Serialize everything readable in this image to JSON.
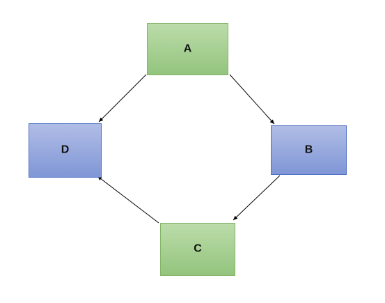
{
  "diagram": {
    "nodes": {
      "a": {
        "label": "A"
      },
      "b": {
        "label": "B"
      },
      "c": {
        "label": "C"
      },
      "d": {
        "label": "D"
      }
    },
    "edges": [
      {
        "from": "A",
        "to": "B"
      },
      {
        "from": "B",
        "to": "C"
      },
      {
        "from": "C",
        "to": "D"
      },
      {
        "from": "A",
        "to": "D"
      }
    ],
    "colors": {
      "green_top": "#bcdcaa",
      "green_bottom": "#93c47d",
      "green_border": "#82b366",
      "blue_top": "#b1bde6",
      "blue_bottom": "#7f96d6",
      "blue_border": "#4f6fc4",
      "arrow": "#000000"
    }
  }
}
